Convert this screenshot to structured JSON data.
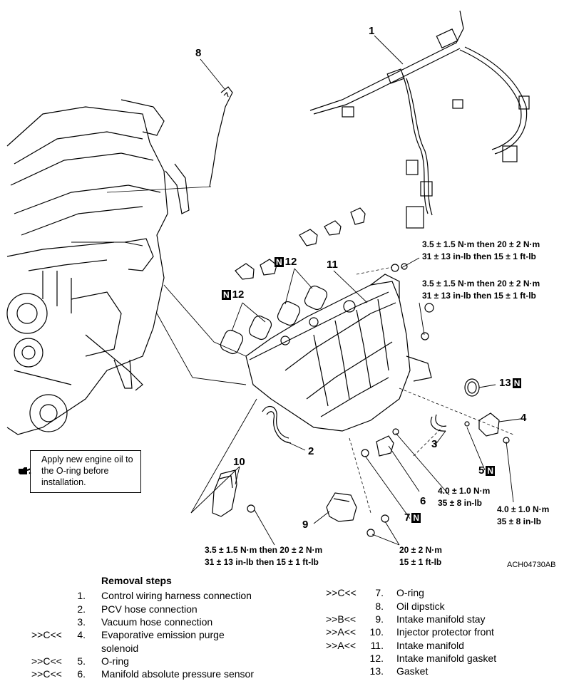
{
  "callouts": {
    "c1": "1",
    "c2": "2",
    "c3": "3",
    "c4": "4",
    "c5": "5",
    "c6": "6",
    "c7": "7",
    "c8": "8",
    "c9": "9",
    "c10": "10",
    "c11": "11",
    "c12a": "12",
    "c12b": "12",
    "c13": "13",
    "n_mark": "N"
  },
  "torques": {
    "t1_line1": "3.5 ± 1.5 N·m then 20 ± 2 N·m",
    "t1_line2": "31 ± 13 in-lb then 15 ± 1 ft-lb",
    "t2_line1": "3.5 ± 1.5 N·m then 20 ± 2 N·m",
    "t2_line2": "31 ± 13 in-lb then 15 ± 1 ft-lb",
    "t3_line1": "4.0 ± 1.0 N·m",
    "t3_line2": "35 ± 8 in-lb",
    "t4_line1": "4.0 ± 1.0 N·m",
    "t4_line2": "35 ± 8 in-lb",
    "t5_line1": "3.5 ± 1.5 N·m then 20 ± 2 N·m",
    "t5_line2": "31 ± 13 in-lb then 15 ± 1 ft-lb",
    "t6_line1": "20 ± 2 N·m",
    "t6_line2": "15 ± 1 ft-lb"
  },
  "note": {
    "text": "Apply new engine oil to the O-ring before installation."
  },
  "ref_code": "ACH04730AB",
  "removal": {
    "title": "Removal steps",
    "left_steps": [
      {
        "ref": "",
        "num": "1.",
        "label": "Control wiring harness connection"
      },
      {
        "ref": "",
        "num": "2.",
        "label": "PCV hose connection"
      },
      {
        "ref": "",
        "num": "3.",
        "label": "Vacuum hose connection"
      },
      {
        "ref": ">>C<<",
        "num": "4.",
        "label": "Evaporative emission purge"
      },
      {
        "ref": "",
        "num": "",
        "label": "solenoid"
      },
      {
        "ref": ">>C<<",
        "num": "5.",
        "label": "O-ring"
      },
      {
        "ref": ">>C<<",
        "num": "6.",
        "label": "Manifold absolute pressure sensor"
      }
    ],
    "right_steps": [
      {
        "ref": ">>C<<",
        "num": "7.",
        "label": "O-ring"
      },
      {
        "ref": "",
        "num": "8.",
        "label": "Oil dipstick"
      },
      {
        "ref": ">>B<<",
        "num": "9.",
        "label": "Intake manifold stay"
      },
      {
        "ref": ">>A<<",
        "num": "10.",
        "label": "Injector protector front"
      },
      {
        "ref": ">>A<<",
        "num": "11.",
        "label": "Intake manifold"
      },
      {
        "ref": "",
        "num": "12.",
        "label": "Intake manifold gasket"
      },
      {
        "ref": "",
        "num": "13.",
        "label": "Gasket"
      }
    ]
  }
}
